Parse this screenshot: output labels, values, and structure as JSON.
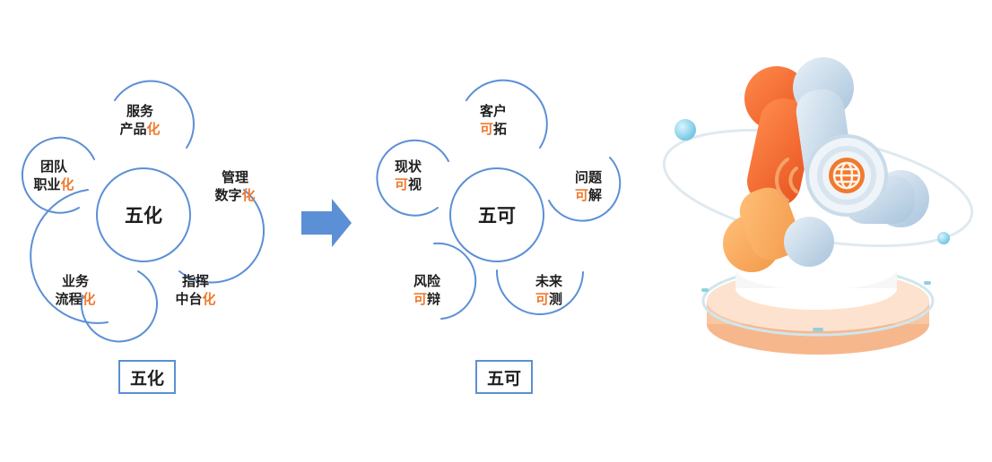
{
  "left_diagram": {
    "center": "五化",
    "petals": [
      {
        "line1": "服务",
        "line2": "产品",
        "accent": "化"
      },
      {
        "line1": "管理",
        "line2": "数字",
        "accent": "化"
      },
      {
        "line1": "指挥",
        "line2": "中台",
        "accent": "化"
      },
      {
        "line1": "业务",
        "line2": "流程",
        "accent": "化"
      },
      {
        "line1": "团队",
        "line2": "职业",
        "accent": "化"
      }
    ],
    "caption": "五化"
  },
  "right_diagram": {
    "center": "五可",
    "petals": [
      {
        "line1": "客户",
        "accent": "可",
        "line2": "拓"
      },
      {
        "line1": "问题",
        "accent": "可",
        "line2": "解"
      },
      {
        "line1": "未来",
        "accent": "可",
        "line2": "测"
      },
      {
        "line1": "风险",
        "accent": "可",
        "line2": "辩"
      },
      {
        "line1": "现状",
        "accent": "可",
        "line2": "视"
      }
    ],
    "caption": "五可"
  },
  "colors": {
    "circle_stroke": "#5b8fd6",
    "arrow": "#5b8fd6",
    "accent_text": "#f07a2e",
    "orange": "#f26a2e",
    "light_blue": "#bcd3e6"
  },
  "illustration": {
    "description_icon": "globe-icon"
  }
}
